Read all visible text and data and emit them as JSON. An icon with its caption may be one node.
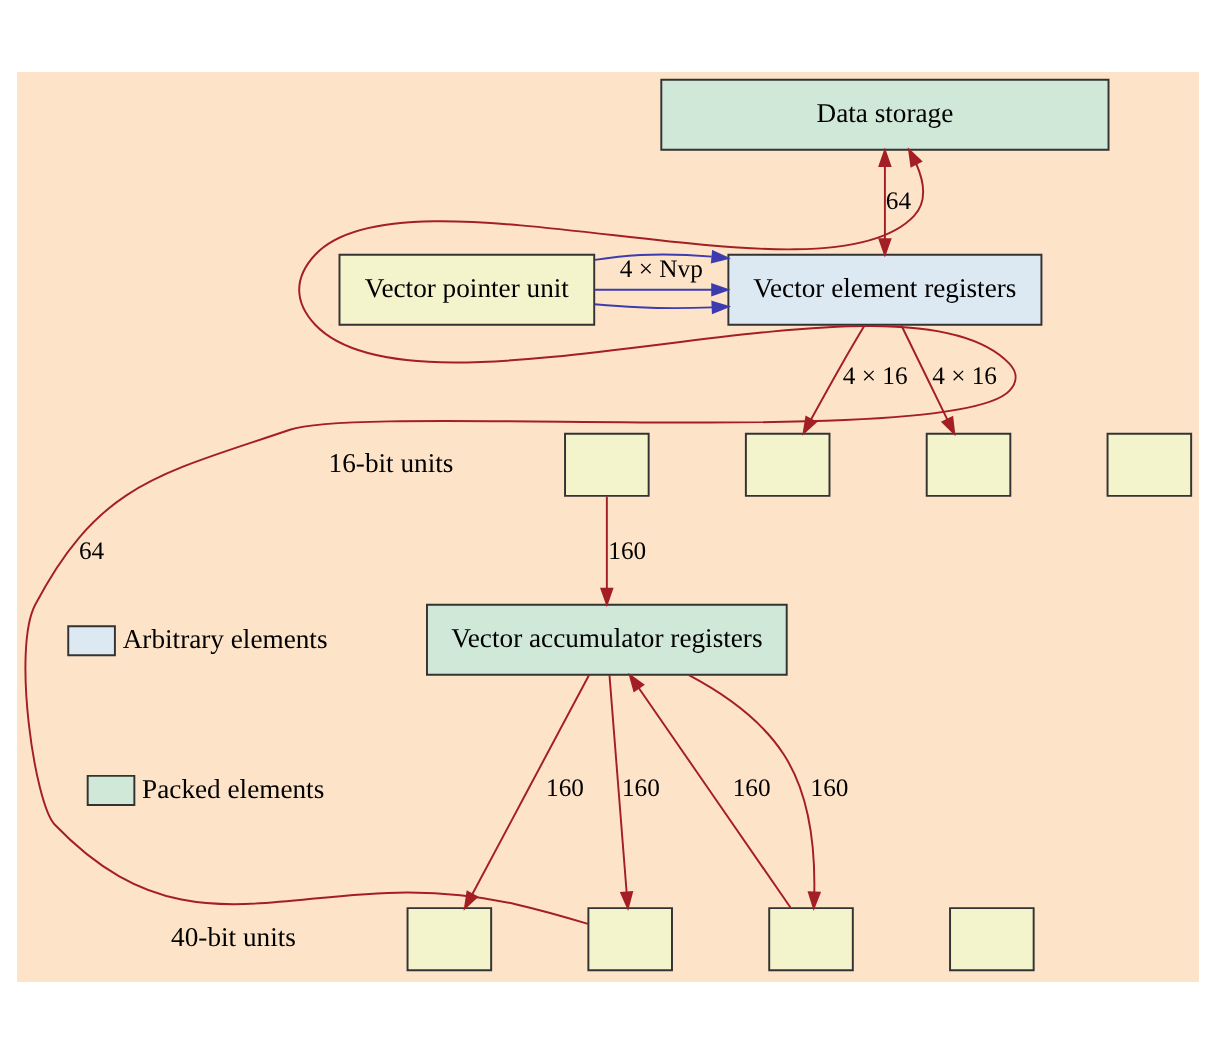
{
  "diagram": {
    "nodes": [
      {
        "text": [
          "Data storage"
        ]
      },
      {
        "text": [
          "Vector pointer unit"
        ]
      },
      {
        "text": [
          "Vector element registers"
        ]
      },
      {
        "text": [],
        "shape": "box"
      },
      {
        "text": [],
        "shape": "box"
      },
      {
        "text": [],
        "shape": "box"
      },
      {
        "text": [],
        "shape": "box"
      },
      {
        "text": [
          "Vector accumulator registers"
        ]
      },
      {
        "text": [],
        "shape": "box"
      },
      {
        "text": [],
        "shape": "box"
      },
      {
        "text": [],
        "shape": "box"
      },
      {
        "text": [],
        "shape": "box"
      }
    ],
    "edges": [
      {
        "from": 0,
        "to": 2,
        "arrow": "both",
        "label": "64"
      },
      {
        "from": 1,
        "to": 2,
        "arrow": "to",
        "color": "#3c3cb0"
      },
      {
        "from": 1,
        "to": 2,
        "arrow": "to",
        "color": "#3c3cb0",
        "label": "4 × Nvp"
      },
      {
        "from": 1,
        "to": 2,
        "arrow": "to",
        "color": "#3c3cb0"
      },
      {
        "from": 2,
        "to": 4,
        "arrow": "to",
        "label": "4 × 16"
      },
      {
        "from": 2,
        "to": 5,
        "arrow": "to",
        "label": "4 × 16"
      },
      {
        "from": 3,
        "to": 7,
        "arrow": "to",
        "label": "160"
      },
      {
        "from": 10,
        "to": 7,
        "arrow": "to",
        "label": "160"
      },
      {
        "from": 7,
        "to": 8,
        "arrow": "to",
        "label": "160"
      },
      {
        "from": 7,
        "to": 9,
        "arrow": "to",
        "label": "160"
      },
      {
        "from": 7,
        "to": 10,
        "arrow": "to",
        "label": "160"
      },
      {
        "from": 9,
        "to": 0,
        "arrow": "to",
        "label": "64"
      }
    ],
    "labels": [
      "16-bit units",
      "40-bit units"
    ],
    "legend": [
      {
        "text": "Arbitrary elements",
        "color": "#dce9f3"
      },
      {
        "text": "Packed elements",
        "color": "#cfe8d8"
      }
    ]
  }
}
